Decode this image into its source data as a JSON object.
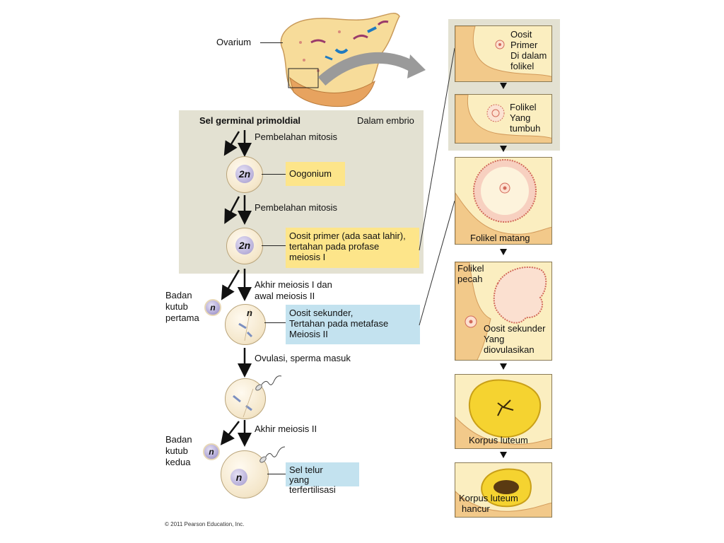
{
  "ovary_label": "Ovarium",
  "embryo": {
    "title": "Sel germinal primoldial",
    "context": "Dalam embrio"
  },
  "steps": {
    "mitosis_1": "Pembelahan mitosis",
    "mitosis_2": "Pembelahan mitosis",
    "meiosis_1": [
      "Akhir meiosis I dan",
      "awal meiosis II"
    ],
    "ovulation": "Ovulasi, sperma masuk",
    "meiosis_2": "Akhir meiosis II"
  },
  "cells": {
    "oogonium_ploidy": "2n",
    "primary_ploidy": "2n",
    "secondary_ploidy": "n",
    "zygote_ploidy": "n",
    "polar1_ploidy": "n",
    "polar2_ploidy": "n"
  },
  "labels": {
    "oogonium": "Oogonium",
    "primary_oocyte": [
      "Oosit primer (ada saat lahir),",
      "tertahan pada profase",
      "meiosis I"
    ],
    "secondary_oocyte": [
      "Oosit sekunder,",
      "Tertahan pada metafase",
      "Meiosis II"
    ],
    "fertilized_egg": [
      "Sel telur",
      "yang terfertilisasi"
    ],
    "first_polar_body": [
      "Badan",
      "kutub",
      "pertama"
    ],
    "second_polar_body": [
      "Badan",
      "kutub",
      "kedua"
    ]
  },
  "follicle_panels": {
    "p1": [
      "Oosit",
      "Primer",
      "Di dalam",
      "folikel"
    ],
    "p2": [
      "Folikel",
      "Yang",
      "tumbuh"
    ],
    "p3": "Folikel matang",
    "p4_top": [
      "Folikel",
      "pecah"
    ],
    "p4_bottom": [
      "Oosit sekunder",
      "Yang",
      "diovulasikan"
    ],
    "p5": "Korpus luteum",
    "p6": [
      "Korpus luteum",
      "hancur"
    ]
  },
  "copyright": "© 2011 Pearson Education, Inc.",
  "colors": {
    "yellow_label": "#fde58a",
    "blue_label": "#c3e2ef",
    "embryo_box": "#e3e1d2",
    "nucleus": "#b7afd9"
  }
}
